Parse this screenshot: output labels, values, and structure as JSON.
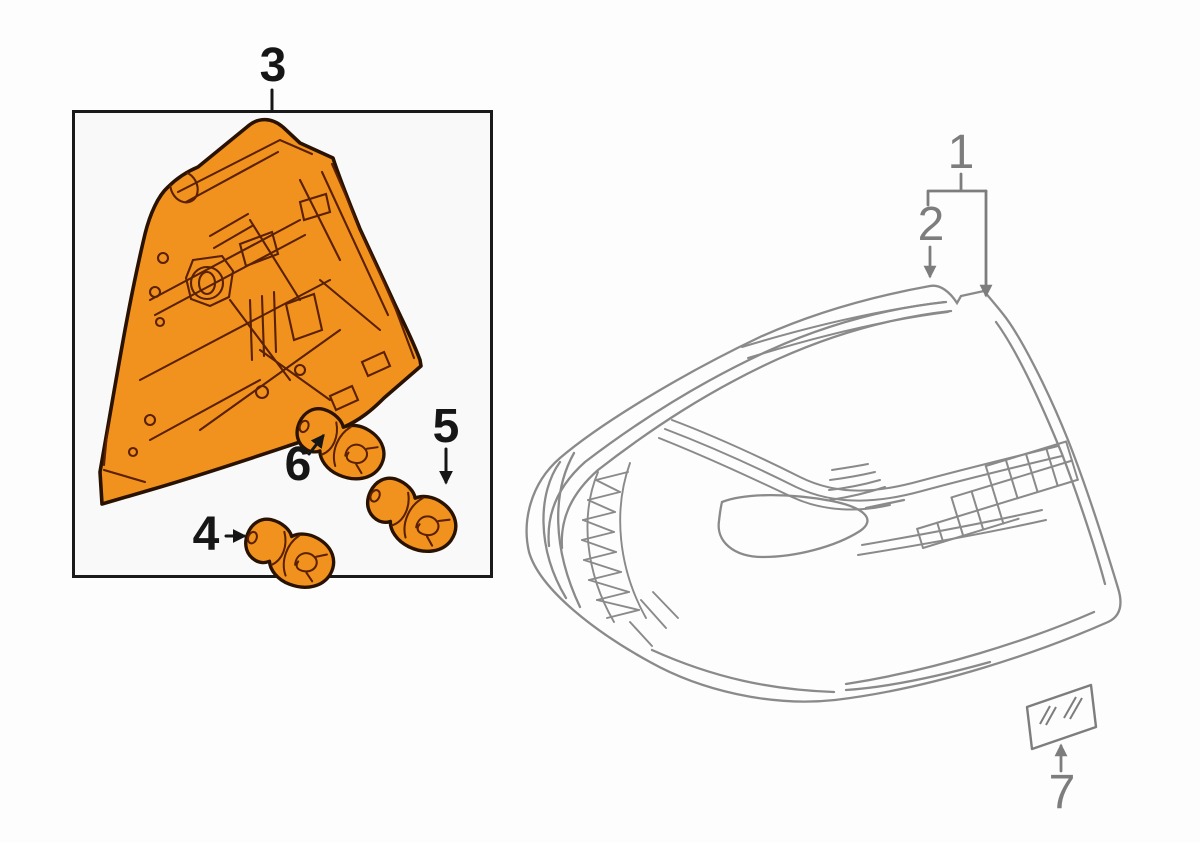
{
  "page": {
    "background": "#fdfdfd"
  },
  "diagram": {
    "type": "exploded-parts-diagram",
    "subject": "Tail light assembly parts diagram (lens, bulb carrier, bulbs, label plate)",
    "inset_box": {
      "part_label": "3",
      "content": "bulb carrier (highlighted orange) with three bulbs"
    },
    "callouts": [
      {
        "label": "1",
        "target": "tail-light-assembly-tab",
        "style": "gray"
      },
      {
        "label": "2",
        "target": "lens-outer-edge",
        "style": "gray"
      },
      {
        "label": "3",
        "target": "bulb-carrier-inset-box",
        "style": "black"
      },
      {
        "label": "4",
        "target": "bulb-lower-left",
        "style": "black"
      },
      {
        "label": "5",
        "target": "bulb-right",
        "style": "black"
      },
      {
        "label": "6",
        "target": "bulb-upper",
        "style": "black"
      },
      {
        "label": "7",
        "target": "label-plate",
        "style": "gray"
      }
    ],
    "colors": {
      "highlight_orange": "#F1921E",
      "outline_dark": "#2A1200",
      "detail_brown": "#5A2000",
      "callout_black": "#161616",
      "callout_gray": "#7D7D7D",
      "lens_gray": "#8A8A8A",
      "box_border": "#1A1A1A",
      "box_fill": "#F9F9F9"
    }
  }
}
